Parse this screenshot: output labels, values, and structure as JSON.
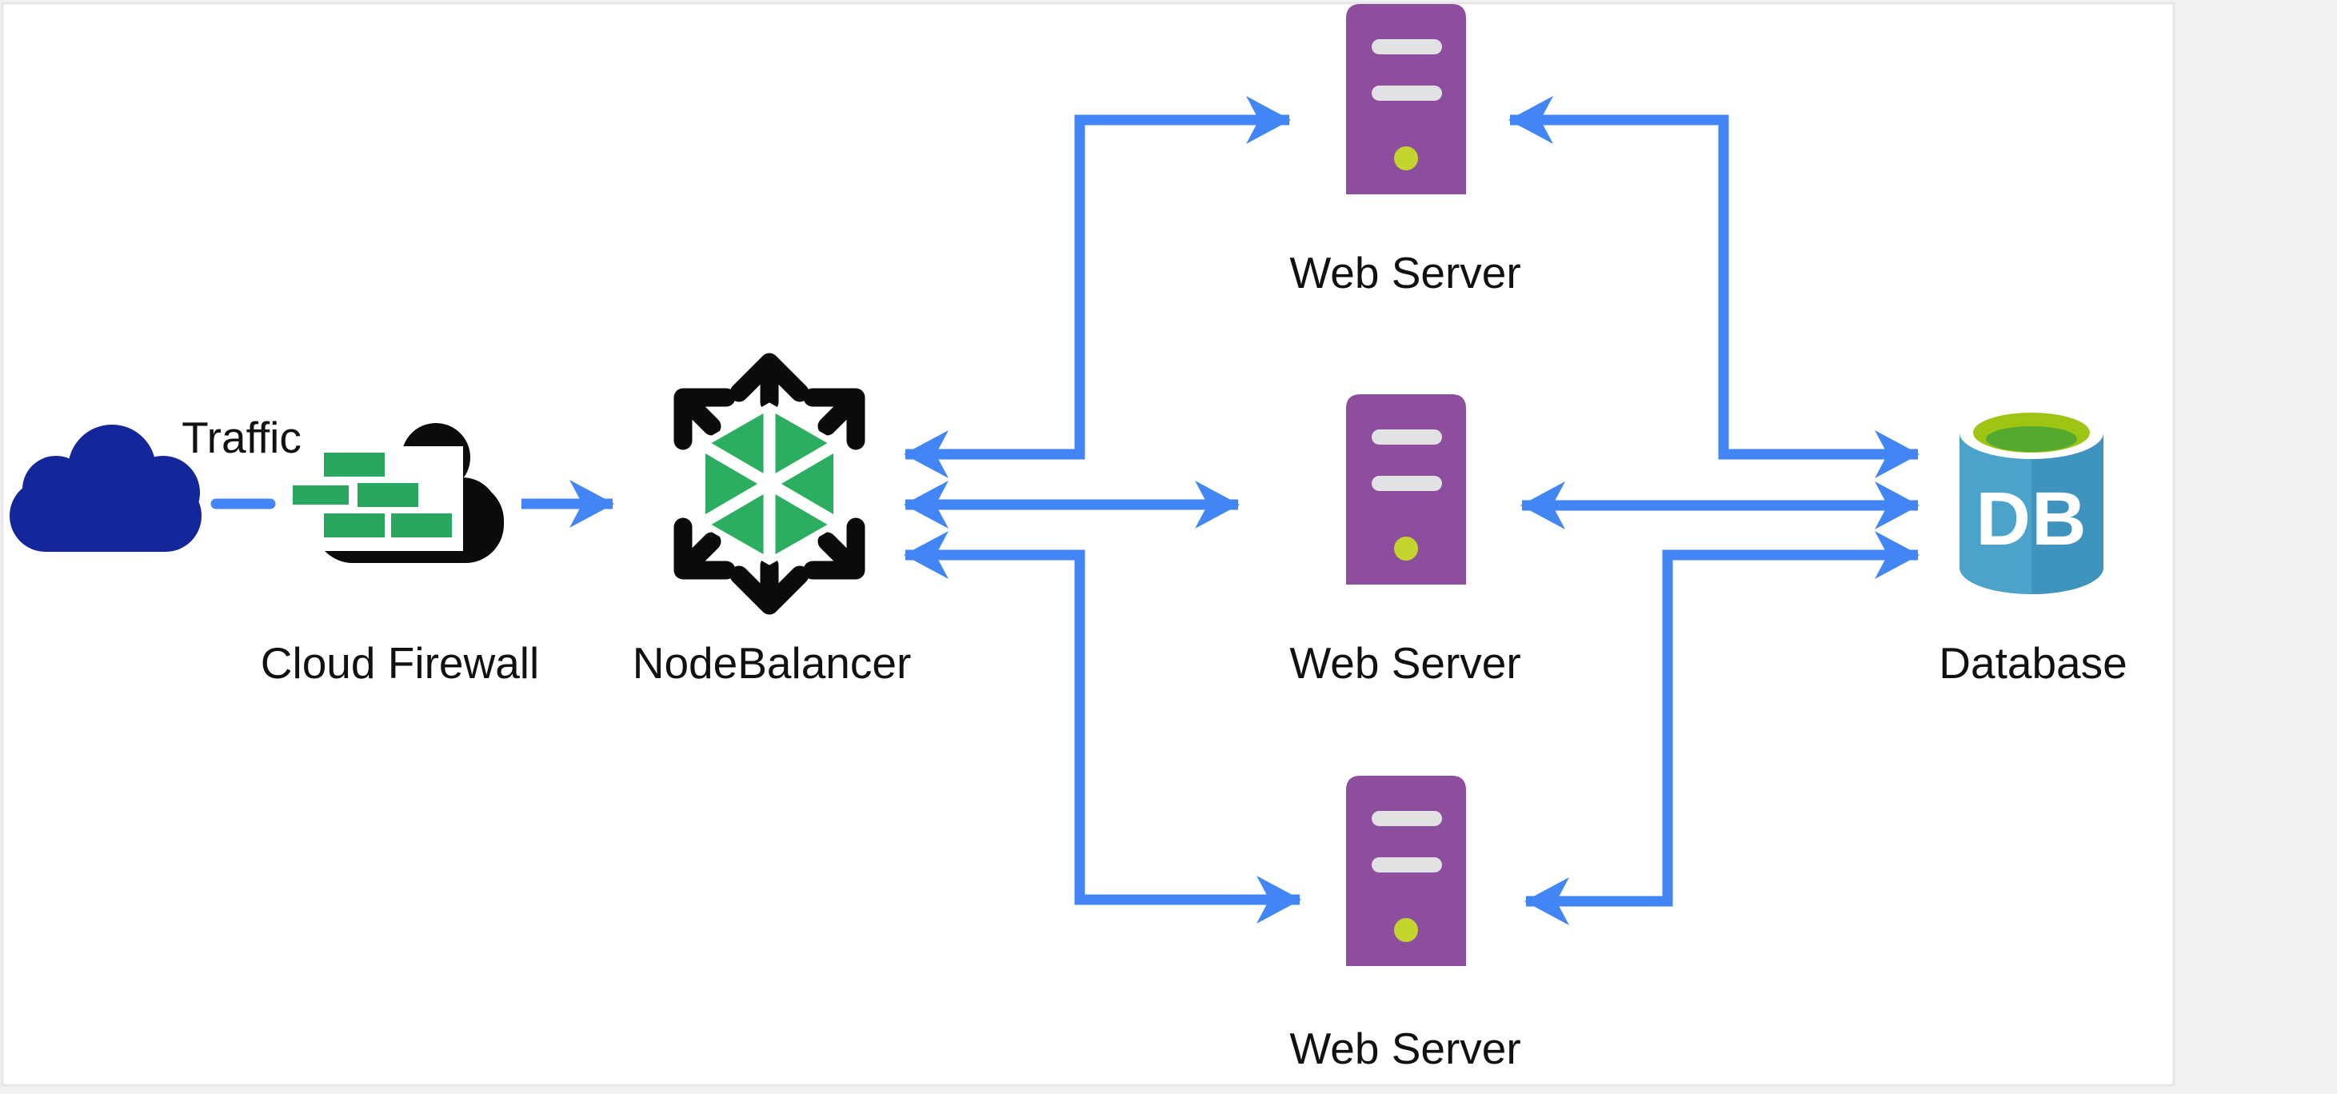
{
  "diagram": {
    "nodes": {
      "traffic": {
        "label": "Traffic",
        "icon": "cloud-icon"
      },
      "firewall": {
        "label": "Cloud Firewall",
        "icon": "firewall-brick-cloud-icon"
      },
      "nodebalancer": {
        "label": "NodeBalancer",
        "icon": "nodebalancer-hexagon-icon"
      },
      "webservers": [
        {
          "label": "Web Server",
          "icon": "server-tower-icon"
        },
        {
          "label": "Web Server",
          "icon": "server-tower-icon"
        },
        {
          "label": "Web Server",
          "icon": "server-tower-icon"
        }
      ],
      "database": {
        "label": "Database",
        "icon_text": "DB",
        "icon": "database-cylinder-icon"
      }
    },
    "connections": [
      {
        "from": "Traffic",
        "to": "Cloud Firewall",
        "type": "dashed-link"
      },
      {
        "from": "Cloud Firewall",
        "to": "NodeBalancer",
        "type": "arrow"
      },
      {
        "from": "NodeBalancer",
        "to": "Web Server (top)",
        "type": "double-arrow-elbow"
      },
      {
        "from": "NodeBalancer",
        "to": "Web Server (middle)",
        "type": "double-arrow-straight"
      },
      {
        "from": "NodeBalancer",
        "to": "Web Server (bottom)",
        "type": "double-arrow-elbow"
      },
      {
        "from": "Web Server (top)",
        "to": "Database",
        "type": "double-arrow-elbow"
      },
      {
        "from": "Web Server (middle)",
        "to": "Database",
        "type": "double-arrow-straight"
      },
      {
        "from": "Web Server (bottom)",
        "to": "Database",
        "type": "double-arrow-elbow"
      }
    ],
    "colors": {
      "arrow_blue": "#4285F4",
      "traffic_cloud_navy": "#13279B",
      "firewall_cloud_black": "#0B0B0B",
      "firewall_brick_green": "#27A75F",
      "nodebalancer_green": "#2BAE60",
      "server_purple": "#8C4E9D",
      "server_slot_gray": "#E2E2E4",
      "server_led_lime": "#C3D42C",
      "database_blue": "#4BA3CC",
      "database_blue_shade": "#3E94BF",
      "database_top_lime": "#9EC514",
      "database_top_green": "#55A930",
      "label_text": "#111111",
      "canvas_white": "#FFFFFF",
      "page_background": "#F1F1F2",
      "canvas_border": "#E6E6E8"
    }
  }
}
